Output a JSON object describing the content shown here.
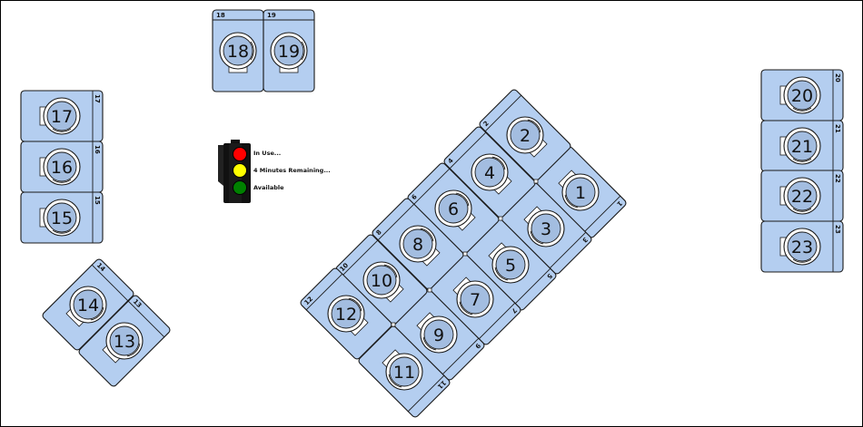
{
  "legend": {
    "items": [
      {
        "label": "In Use...",
        "color": "#ff0000"
      },
      {
        "label": "4 Minutes Remaining...",
        "color": "#ffff00"
      },
      {
        "label": "Available",
        "color": "#008000"
      }
    ]
  },
  "colors": {
    "machine_fill": "#b4cef0",
    "machine_stroke": "#1a1a1a",
    "drum_fill": "#a3bde0",
    "border": "#000000"
  },
  "machines": [
    {
      "id": "1",
      "tag": "1"
    },
    {
      "id": "2",
      "tag": "2"
    },
    {
      "id": "3",
      "tag": "3"
    },
    {
      "id": "4",
      "tag": "4"
    },
    {
      "id": "5",
      "tag": "5"
    },
    {
      "id": "6",
      "tag": "6"
    },
    {
      "id": "7",
      "tag": "7"
    },
    {
      "id": "8",
      "tag": "8"
    },
    {
      "id": "9",
      "tag": "9"
    },
    {
      "id": "10",
      "tag": "10"
    },
    {
      "id": "11",
      "tag": "11"
    },
    {
      "id": "12",
      "tag": "12"
    },
    {
      "id": "13",
      "tag": "13"
    },
    {
      "id": "14",
      "tag": "14"
    },
    {
      "id": "15",
      "tag": "15"
    },
    {
      "id": "16",
      "tag": "16"
    },
    {
      "id": "17",
      "tag": "17"
    },
    {
      "id": "18",
      "tag": "18"
    },
    {
      "id": "19",
      "tag": "19"
    },
    {
      "id": "20",
      "tag": "20"
    },
    {
      "id": "21",
      "tag": "21"
    },
    {
      "id": "22",
      "tag": "22"
    },
    {
      "id": "23",
      "tag": "23"
    }
  ]
}
